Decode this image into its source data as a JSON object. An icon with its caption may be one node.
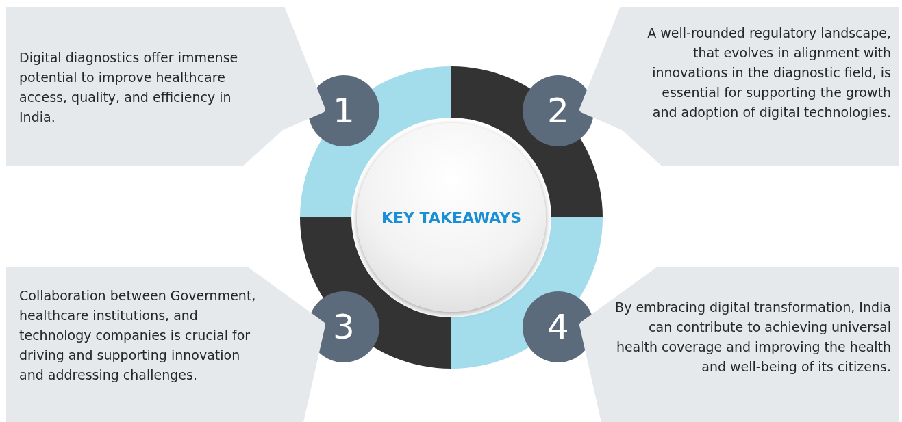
{
  "diagram": {
    "nodes": [
      {
        "text": [
          "KEY TAKEAWAYS"
        ]
      },
      {
        "text": [
          "1"
        ]
      },
      {
        "text": [
          "Digital diagnostics offer immense potential to improve healthcare access, quality, and efficiency in India."
        ]
      },
      {
        "text": [
          "2"
        ]
      },
      {
        "text": [
          "A well-rounded regulatory landscape, that evolves in alignment with innovations in the diagnostic field, is essential for supporting the growth and adoption of digital technologies."
        ]
      },
      {
        "text": [
          "3"
        ]
      },
      {
        "text": [
          "Collaboration between Government, healthcare institutions, and technology companies is crucial for driving and supporting innovation and addressing challenges."
        ]
      },
      {
        "text": [
          "4"
        ]
      },
      {
        "text": [
          "By embracing digital transformation, India can contribute to achieving universal health coverage and improving the health and well-being of its citizens."
        ]
      }
    ],
    "edges": []
  }
}
